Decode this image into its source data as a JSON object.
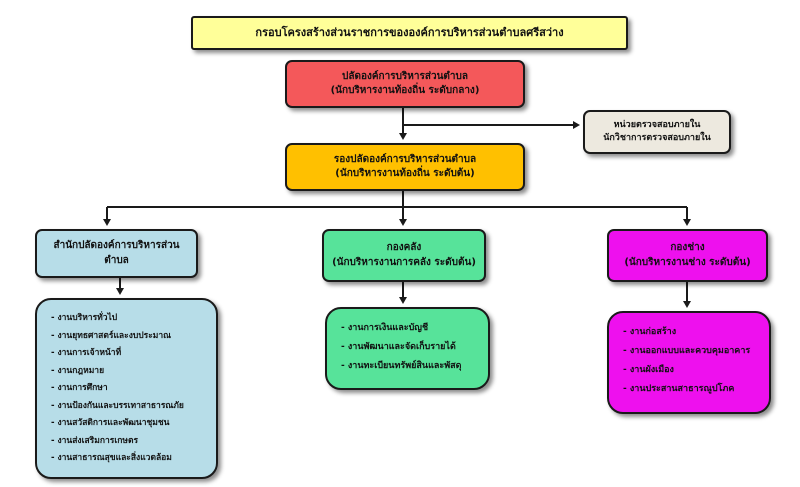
{
  "title": "กรอบโครงสร้างส่วนราชการขององค์การบริหารส่วนตำบลศรีสว่าง",
  "chief": {
    "line1": "ปลัดองค์การบริหารส่วนตำบล",
    "line2": "(นักบริหารงานท้องถิ่น ระดับกลาง)"
  },
  "audit": {
    "line1": "หน่วยตรวจสอบภายใน",
    "line2": "นักวิชาการตรวจสอบภายใน"
  },
  "deputy": {
    "line1": "รองปลัดองค์การบริหารส่วนตำบล",
    "line2": "(นักบริหารงานท้องถิ่น ระดับต้น)"
  },
  "office": {
    "line1": "สำนักปลัดองค์การบริหารส่วน",
    "line2": "ตำบล",
    "tasks": [
      "งานบริหารทั่วไป",
      "งานยุทธศาสตร์และงบประมาณ",
      "งานการเจ้าหน้าที่",
      "งานกฎหมาย",
      "งานการศึกษา",
      "งานป้องกันและบรรเทาสาธารณภัย",
      "งานสวัสดิการและพัฒนาชุมชน",
      "งานส่งเสริมการเกษตร",
      "งานสาธารณสุขและสิ่งแวดล้อม"
    ]
  },
  "finance": {
    "line1": "กองคลัง",
    "line2": "(นักบริหารงานการคลัง ระดับต้น)",
    "tasks": [
      "งานการเงินและบัญชี",
      "งานพัฒนาและจัดเก็บรายได้",
      "งานทะเบียนทรัพย์สินและพัสดุ"
    ]
  },
  "engineering": {
    "line1": "กองช่าง",
    "line2": "(นักบริหารงานช่าง ระดับต้น)",
    "tasks": [
      "งานก่อสร้าง",
      "งานออกแบบและควบคุมอาคาร",
      "งานผังเมือง",
      "งานประสานสาธารณูปโภค"
    ]
  },
  "colors": {
    "title": "#ffff99",
    "chief": "#f4585a",
    "audit": "#ede9df",
    "deputy": "#ffc000",
    "office": "#b7dde8",
    "finance": "#57e39a",
    "engineering": "#ee10ee",
    "line": "#1a1a1a"
  }
}
